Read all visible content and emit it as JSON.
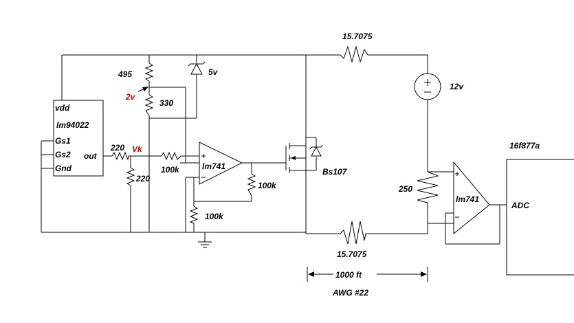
{
  "sensor": {
    "pins": {
      "vdd": "vdd",
      "gs1": "Gs1",
      "gs2": "Gs2",
      "gnd": "Gnd",
      "out": "out"
    },
    "part": "lm94022"
  },
  "resistors": {
    "r495": "495",
    "r330": "330",
    "r220_series": "220",
    "r220_shunt": "220",
    "r100k_in": "100k",
    "r100k_fb": "100k",
    "r100k_gnd": "100k",
    "r250": "250",
    "r_line_top": "15.7075",
    "r_line_bottom": "15.7075"
  },
  "zener": "5v",
  "tap_voltage": "2v",
  "node_label": "Vk",
  "opamp1": "lm741",
  "opamp2": "lm741",
  "mosfet": "Bs107",
  "battery": "12v",
  "mcu": {
    "name": "16f877a",
    "pin": "ADC"
  },
  "cable": {
    "length": "1000 ft",
    "gauge": "AWG #22"
  },
  "colors": {
    "wire": "#000000",
    "annotation_red": "#d40000"
  }
}
